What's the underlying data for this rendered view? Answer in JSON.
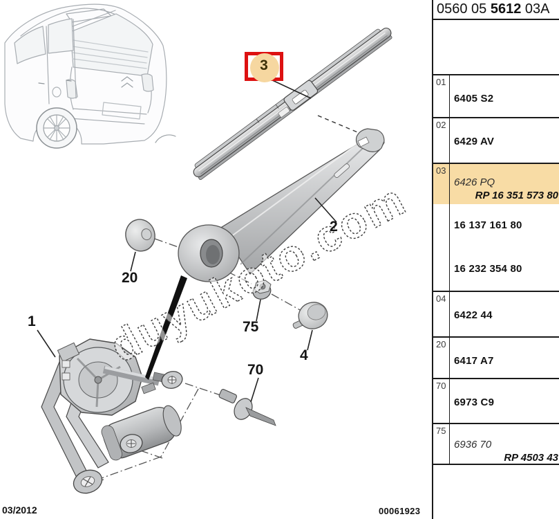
{
  "panel": {
    "header": {
      "part1": "0560 05 ",
      "part2": "5612",
      "part3": " 03A"
    },
    "rows": [
      {
        "index": "01",
        "part_numbers": [
          "6405 S2"
        ]
      },
      {
        "index": "02",
        "part_numbers": [
          "6429 AV"
        ]
      },
      {
        "index": "03",
        "highlighted": true,
        "oe_ref": "6426 PQ",
        "rp_ref": "RP 16 351 573 80",
        "part_numbers": [
          "16 137 161 80",
          "16 232 354 80"
        ]
      },
      {
        "index": "04",
        "part_numbers": [
          "6422 44"
        ]
      },
      {
        "index": "20",
        "part_numbers": [
          "6417 A7"
        ]
      },
      {
        "index": "70",
        "part_numbers": [
          "6973 C9"
        ]
      },
      {
        "index": "75",
        "highlighted": false,
        "oe_ref": "6936 70",
        "rp_ref": "RP 4503 43",
        "part_numbers": []
      }
    ]
  },
  "callouts": {
    "c1": "1",
    "c2": "2",
    "c3": "3",
    "c4": "4",
    "c20": "20",
    "c70": "70",
    "c75": "75"
  },
  "watermark": {
    "text": "duyukoto.com"
  },
  "footer": {
    "date": "03/2012",
    "doc_number": "00061923"
  },
  "colors": {
    "row_highlight": "#F8DCA5",
    "callout_box_red": "#DD1111",
    "callout_circle_tan": "#F6D7A0"
  }
}
